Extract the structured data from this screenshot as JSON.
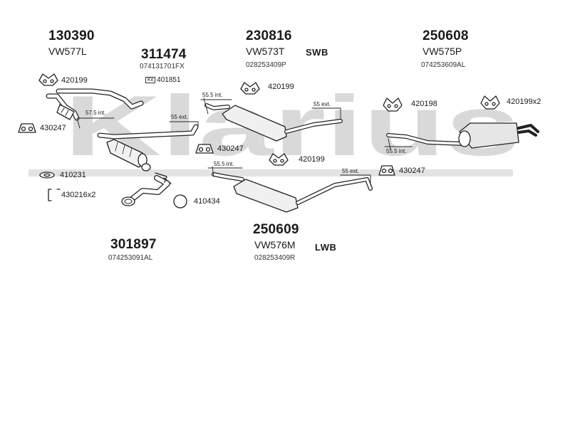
{
  "watermark": {
    "text": "Klarius",
    "color": "#d9d9d9"
  },
  "tags": {
    "swb": "SWB",
    "lwb": "LWB"
  },
  "assemblies": {
    "a130390": {
      "number": "130390",
      "ref": "VW577L"
    },
    "a311474": {
      "number": "311474",
      "oem": "074131701FX",
      "kit_label": "Kit",
      "kit_number": "401851"
    },
    "a230816": {
      "number": "230816",
      "ref": "VW573T",
      "oem": "028253409P"
    },
    "a250608": {
      "number": "250608",
      "ref": "VW575P",
      "oem": "074253609AL"
    },
    "a250609": {
      "number": "250609",
      "ref": "VW576M",
      "oem": "028253409R"
    },
    "a301897": {
      "number": "301897",
      "oem": "074253091AL"
    }
  },
  "parts": {
    "p420199_a": "420199",
    "p430247_a": "430247",
    "p410231": "410231",
    "p430216": "430216x2",
    "p410434": "410434",
    "p430247_b": "430247",
    "p420199_b": "420199",
    "p420199_c": "420199",
    "p420198": "420198",
    "p420199x2": "420199x2",
    "p430247_c": "430247"
  },
  "measurements": {
    "m575": "57.5 int.",
    "m55ext_a": "55 ext.",
    "m555_a": "55.5 int.",
    "m55ext_b": "55 ext.",
    "m555_b": "55.5 int.",
    "m555_c": "55.5 int.",
    "m55ext_c": "55 ext."
  }
}
